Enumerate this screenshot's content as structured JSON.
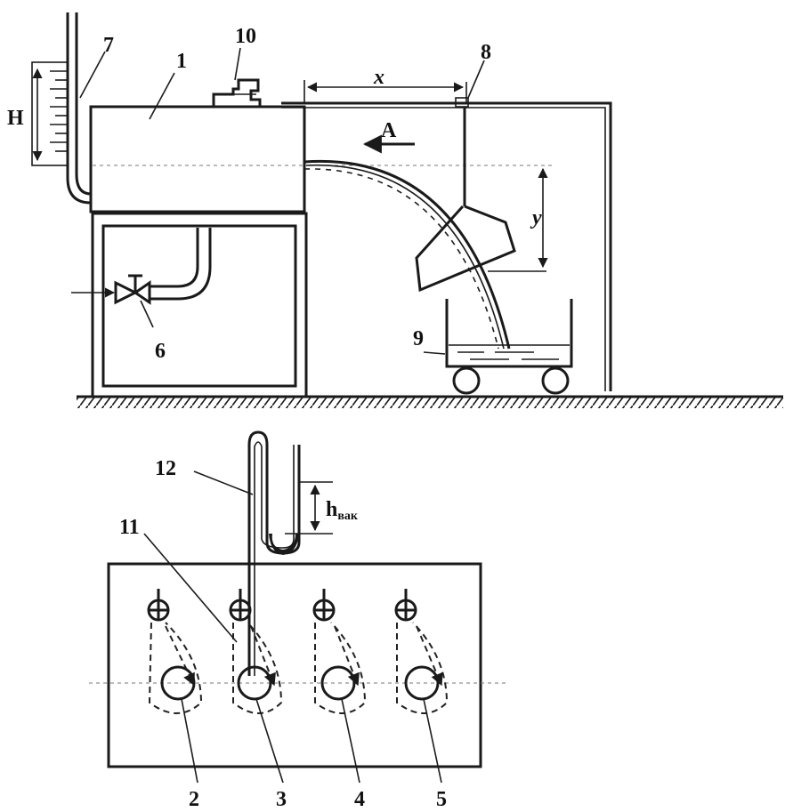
{
  "labels": {
    "tank": "1",
    "hole_2": "2",
    "hole_3": "3",
    "hole_4": "4",
    "hole_5": "5",
    "valve": "6",
    "level_gauge": "7",
    "pointer": "8",
    "container": "9",
    "inlet": "10",
    "probe": "11",
    "u_manometer": "12",
    "head": "H",
    "view": "A",
    "distance_x": "x",
    "distance_y": "y",
    "vacuum_head_main": "h",
    "vacuum_head_sub": "вак"
  }
}
